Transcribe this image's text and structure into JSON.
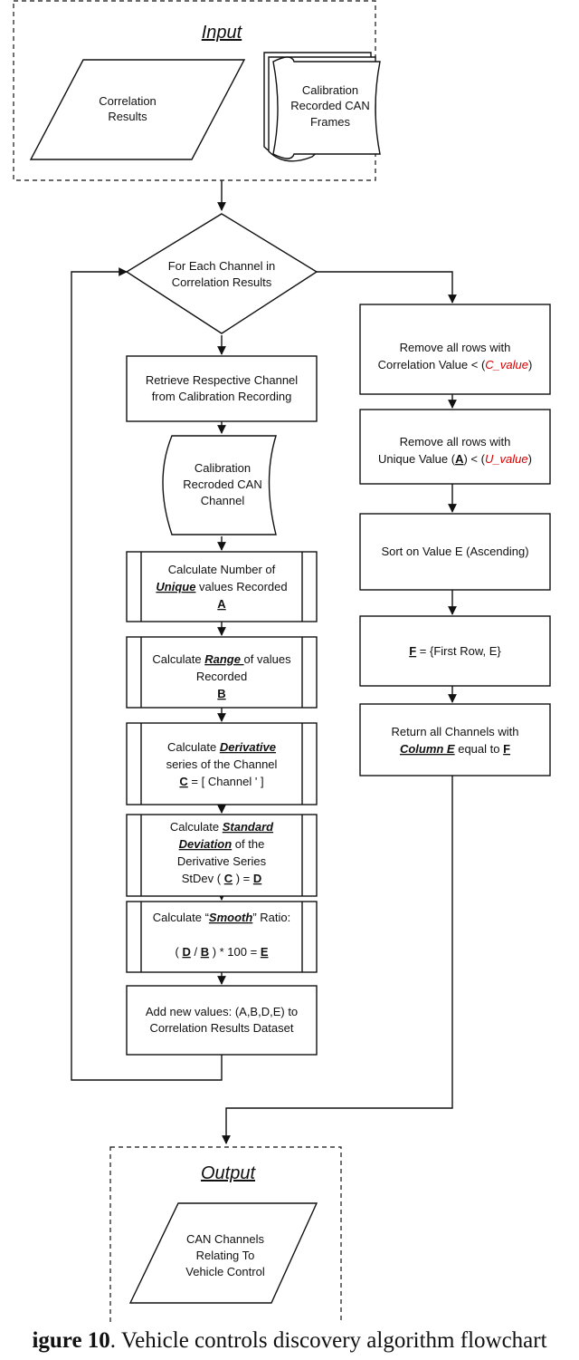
{
  "input": {
    "title": "Input",
    "correlation_results": [
      "Correlation",
      "Results"
    ],
    "calibration_frames": [
      "Calibration",
      "Recorded CAN",
      "Frames"
    ]
  },
  "loop": {
    "decision": [
      "For Each Channel in",
      "Correlation Results"
    ],
    "retrieve": [
      "Retrieve Respective Channel",
      "from Calibration Recording"
    ],
    "channel": [
      "Calibration",
      "Recroded CAN",
      "Channel"
    ],
    "unique": {
      "l1": "Calculate Number of",
      "l2_em": "Unique",
      "l2_rest": " values Recorded",
      "l3": "A"
    },
    "range": {
      "l1_pre": "Calculate ",
      "l1_em": "Range ",
      "l1_post": "of values",
      "l2": "Recorded",
      "l3": "B"
    },
    "derivative": {
      "l1_pre": "Calculate ",
      "l1_em": "Derivative",
      "l2": "series of the Channel",
      "l3_u": "C",
      "l3_rest": " = [ Channel ' ]"
    },
    "stddev": {
      "l1_pre": "Calculate ",
      "l1_em": "Standard",
      "l2_em": "Deviation",
      "l2_rest": " of the",
      "l3": "Derivative Series",
      "l4_pre": "StDev ( ",
      "l4_u1": "C",
      "l4_mid": " ) = ",
      "l4_u2": "D"
    },
    "smooth": {
      "l1_pre": "Calculate “",
      "l1_em": "Smooth",
      "l1_post": "” Ratio:",
      "l2_pre": "( ",
      "l2_u1": "D",
      "l2_mid": " / ",
      "l2_u2": "B",
      "l2_post": " ) * 100 = ",
      "l2_u3": "E"
    },
    "add": [
      "Add new values: (A,B,D,E) to",
      "Correlation Results Dataset"
    ]
  },
  "filter": {
    "corr": {
      "l1": "Remove all rows with",
      "l2_pre": "Correlation Value < (",
      "l2_red": "C_value",
      "l2_post": ")"
    },
    "uniq": {
      "l1": "Remove all rows with",
      "l2_pre": "Unique Value (",
      "l2_u": "A",
      "l2_mid": ") < (",
      "l2_red": "U_value",
      "l2_post": ")"
    },
    "sort": "Sort on Value E (Ascending)",
    "first": {
      "u": "F",
      "rest": " = {First Row, E}"
    },
    "ret": {
      "l1": "Return all Channels with",
      "l2_em": "Column E",
      "l2_mid": " equal to ",
      "l2_u": "F"
    }
  },
  "output": {
    "title": "Output",
    "can": [
      "CAN Channels",
      "Relating To",
      "Vehicle Control"
    ]
  },
  "caption": {
    "bold": "igure 10",
    "rest": ". Vehicle controls discovery algorithm flowchart"
  },
  "colors": {
    "threshold_text": "#d40000"
  }
}
